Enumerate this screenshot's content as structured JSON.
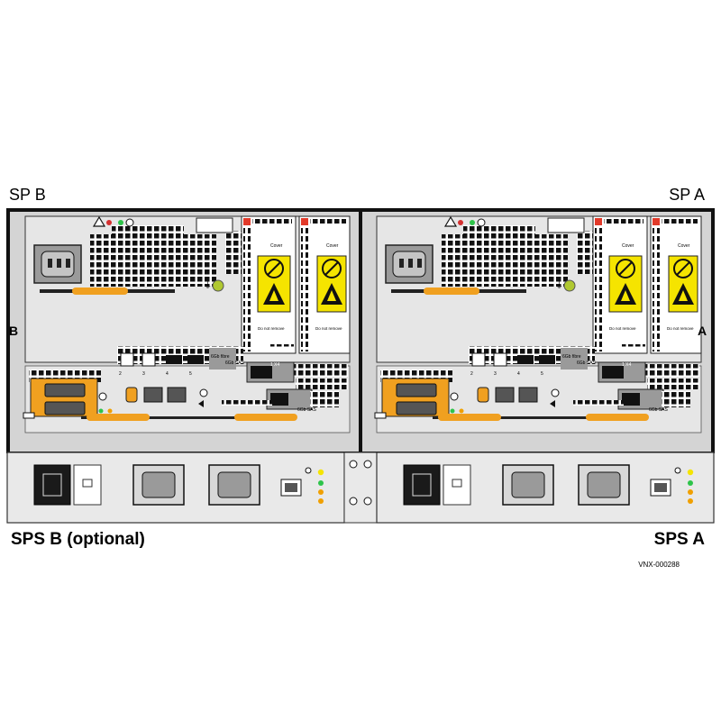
{
  "labels": {
    "sp_b": "SP B",
    "sp_a": "SP A",
    "sps_b": "SPS B (optional)",
    "sps_a": "SPS A",
    "figure_id": "VNX-000288",
    "side_b": "B",
    "side_a": "A"
  },
  "module": {
    "cover_label": "Cover",
    "do_not_remove": "Do not remove",
    "ports_4_5": "6Gb fibre",
    "ports_2_3": "6Gb SAS",
    "port_numbers": [
      "2",
      "3",
      "4",
      "5"
    ],
    "x4_label": "1 X4",
    "sas_label": "6Gb SAS"
  },
  "colors": {
    "chassis_fill": "#d4d4d4",
    "panel_fill": "#e6e6e6",
    "warning_yellow": "#f5e400",
    "handle_orange": "#f0a020",
    "led_green": "#2ec44a",
    "led_amber": "#f0a000",
    "led_red": "#d43030"
  },
  "icons": [
    "warning-triangle-icon",
    "power-icon",
    "ground-icon",
    "network-icon",
    "wrench-icon",
    "hand-caution-icon"
  ]
}
